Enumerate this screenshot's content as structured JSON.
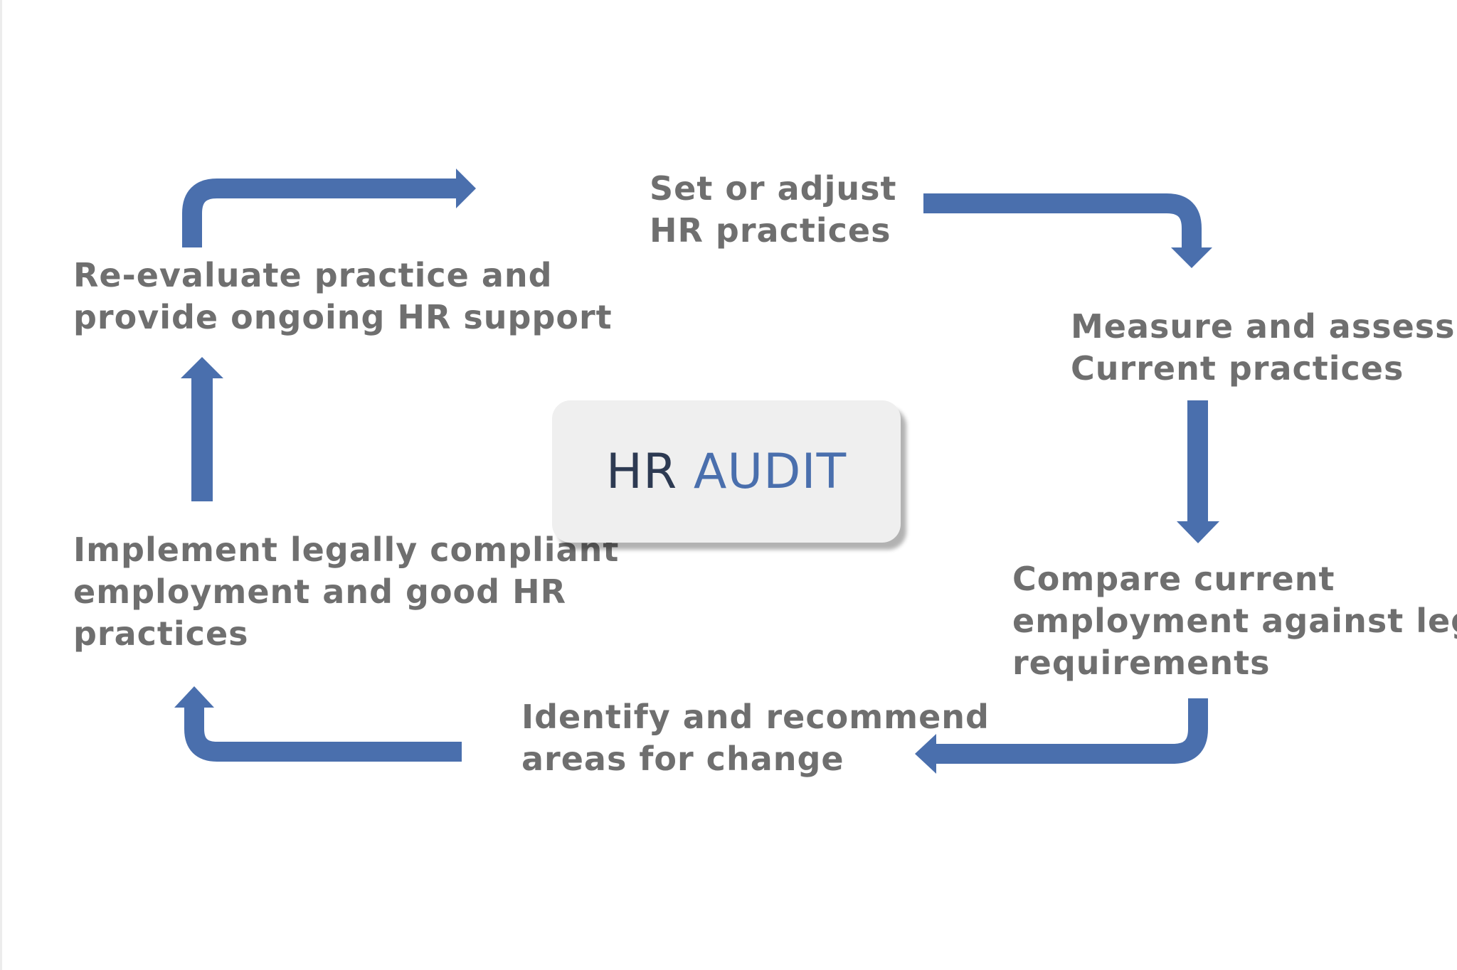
{
  "diagram": {
    "center": {
      "part1": "HR",
      "part2": "AUDIT"
    },
    "steps": {
      "set_adjust": [
        "Set or adjust",
        "HR practices"
      ],
      "measure": [
        "Measure and assess",
        "Current practices"
      ],
      "compare": [
        "Compare current",
        "employment against legal",
        "requirements"
      ],
      "identify": [
        "Identify and recommend",
        "areas for change"
      ],
      "implement": [
        "Implement legally compliant",
        "employment and good HR",
        "practices"
      ],
      "reevaluate": [
        "Re-evaluate practice and",
        "provide ongoing HR support"
      ]
    },
    "colors": {
      "arrow": "#4a6fad",
      "text": "#6f6f6f",
      "center_dark": "#2d3a52",
      "center_accent": "#4a6fad",
      "box_fill": "#efefef"
    }
  }
}
